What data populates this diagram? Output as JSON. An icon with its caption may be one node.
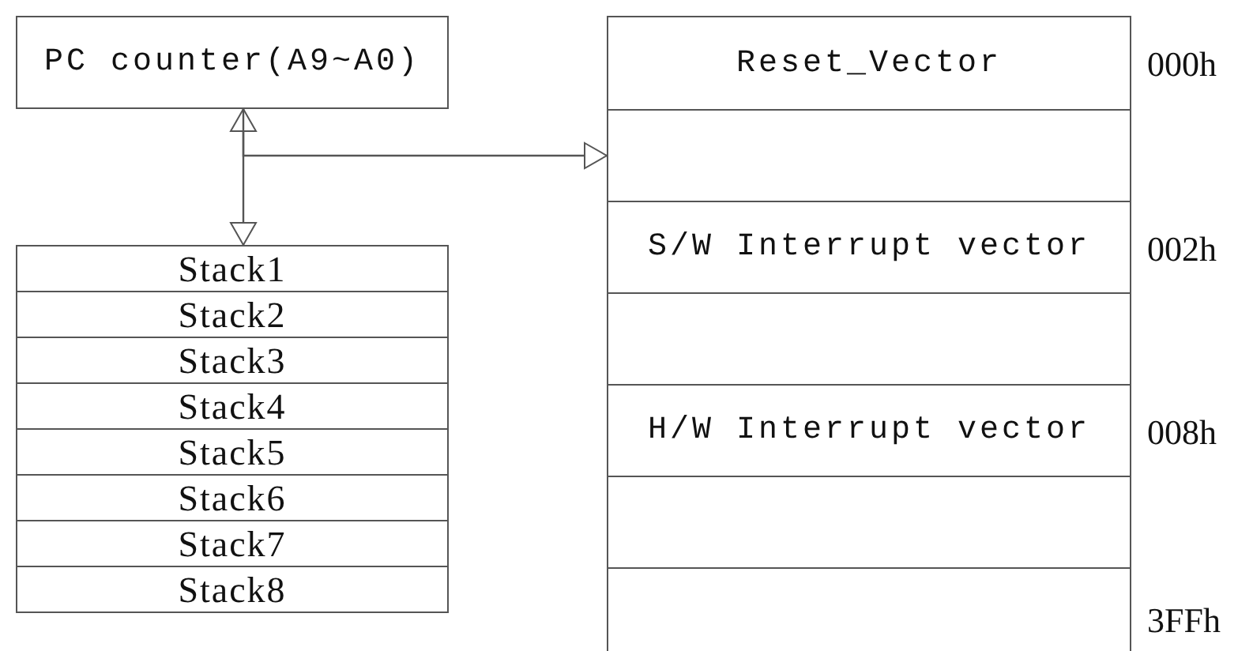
{
  "diagram": {
    "nodes": [
      {
        "text": [
          "PC counter(A9~A0)"
        ]
      },
      {
        "text": [
          "Stack1"
        ]
      },
      {
        "text": [
          "Stack2"
        ]
      },
      {
        "text": [
          "Stack3"
        ]
      },
      {
        "text": [
          "Stack4"
        ]
      },
      {
        "text": [
          "Stack5"
        ]
      },
      {
        "text": [
          "Stack6"
        ]
      },
      {
        "text": [
          "Stack7"
        ]
      },
      {
        "text": [
          "Stack8"
        ]
      },
      {
        "text": [
          "Reset_Vector"
        ],
        "beside": [
          "000h"
        ]
      },
      {
        "text": [],
        "shape": "box"
      },
      {
        "text": [
          "S/W Interrupt vector"
        ],
        "beside": [
          "002h"
        ]
      },
      {
        "text": [],
        "shape": "box"
      },
      {
        "text": [
          "H/W Interrupt vector"
        ],
        "beside": [
          "008h"
        ]
      },
      {
        "text": [],
        "shape": "box"
      },
      {
        "text": [],
        "shape": "box",
        "beside": [
          "3FFh"
        ]
      }
    ],
    "edges": [
      {
        "from": 0,
        "to": 1,
        "arrow": "both"
      },
      {
        "from": 0,
        "to": 10,
        "arrow": "to"
      }
    ]
  }
}
